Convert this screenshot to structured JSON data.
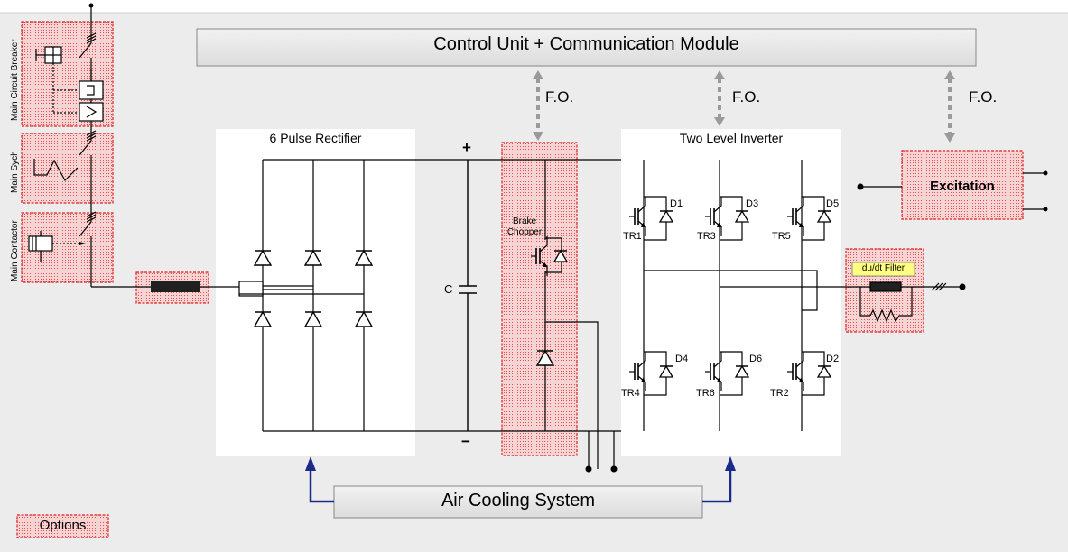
{
  "control_unit": "Control Unit  + Communication Module",
  "fiber_optic": [
    "F.O.",
    "F.O.",
    "F.O."
  ],
  "rectifier": "6 Pulse Rectifier",
  "inverter": "Two Level Inverter",
  "excitation": "Excitation",
  "brake_chopper": "Brake\nChopper",
  "dudt_filter": "du/dt Filter",
  "capacitor": "C",
  "dc_plus": "+",
  "dc_minus": "−",
  "cooling": "Air  Cooling System",
  "options": "Options",
  "main_breaker": "Main Circuit Breaker",
  "main_synch": "Main Sych",
  "main_contactor": "Main Contactor",
  "transistors": [
    "TR1",
    "TR3",
    "TR5",
    "TR4",
    "TR6",
    "TR2"
  ],
  "diodes": [
    "D1",
    "D3",
    "D5",
    "D4",
    "D6",
    "D2"
  ],
  "colors": {
    "option_fill": "#f3c6c6",
    "option_border": "#e02020",
    "panel_bg": "#eeeeee",
    "arrow_blue": "#1a2a8a",
    "fo_arrow": "#999999",
    "dudt_fill": "#ffff80"
  }
}
